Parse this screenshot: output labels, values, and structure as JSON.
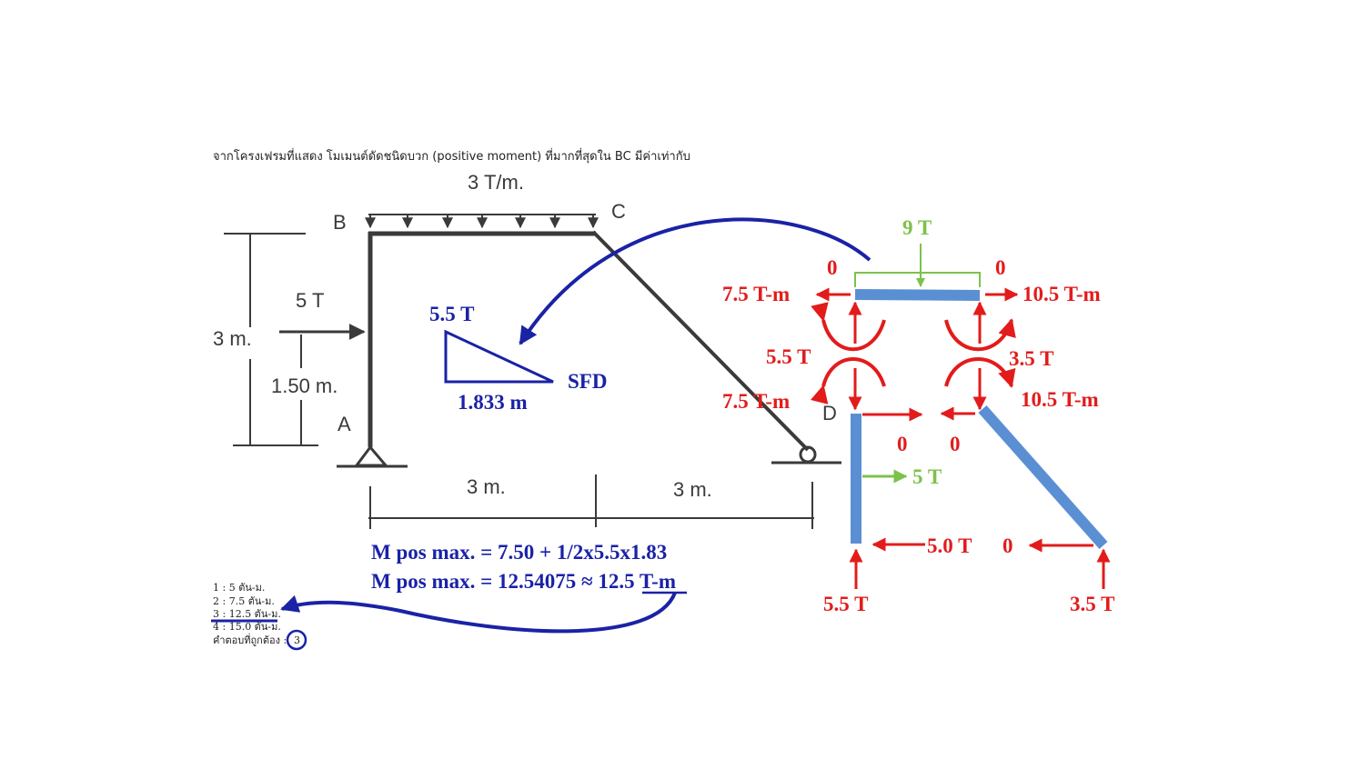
{
  "question": "จากโครงเฟรมที่แสดง โมเมนต์ดัดชนิดบวก (positive moment) ที่มากที่สุดใน BC มีค่าเท่ากับ",
  "frame": {
    "load": "3 T/m.",
    "node_b": "B",
    "node_c": "C",
    "node_a": "A",
    "node_d": "D",
    "side_load": "5 T",
    "height": "3 m.",
    "load_height": "1.50 m.",
    "span_left": "3 m.",
    "span_right": "3 m."
  },
  "sfd": {
    "value": "5.5 T",
    "label": "SFD",
    "distance": "1.833 m"
  },
  "fbd": {
    "beam_load": "9 T",
    "zero_tl": "0",
    "zero_tr": "0",
    "moment_left_top": "7.5 T-m",
    "moment_right_top": "10.5 T-m",
    "shear_left": "5.5 T",
    "shear_right": "3.5 T",
    "moment_left_bot": "7.5 T-m",
    "moment_right_bot": "10.5 T-m",
    "zero_bl": "0",
    "zero_br": "0",
    "column_load": "5 T",
    "reaction_h_left": "5.0 T",
    "zero_bottom": "0",
    "reaction_a": "5.5 T",
    "reaction_d": "3.5 T"
  },
  "solution": {
    "line1": "M pos max. = 7.50 + 1/2x5.5x1.83",
    "line2_prefix": "M pos max. = 12.54075 ≈ ",
    "line2_answer": "12.5",
    "line2_suffix": " T-m"
  },
  "choices": [
    "1 : 5 ตัน-ม.",
    "2 : 7.5 ตัน-ม.",
    "3 : 12.5 ตัน-ม.",
    "4 : 15.0 ตัน-ม."
  ],
  "answer_label": "คำตอบที่ถูกต้อง :",
  "answer_value": "3",
  "colors": {
    "red": "#e31b1b",
    "blue": "#1a22a6",
    "green": "#7cc24a",
    "member": "#5b8fd4",
    "sketch": "#3a3a3a"
  }
}
